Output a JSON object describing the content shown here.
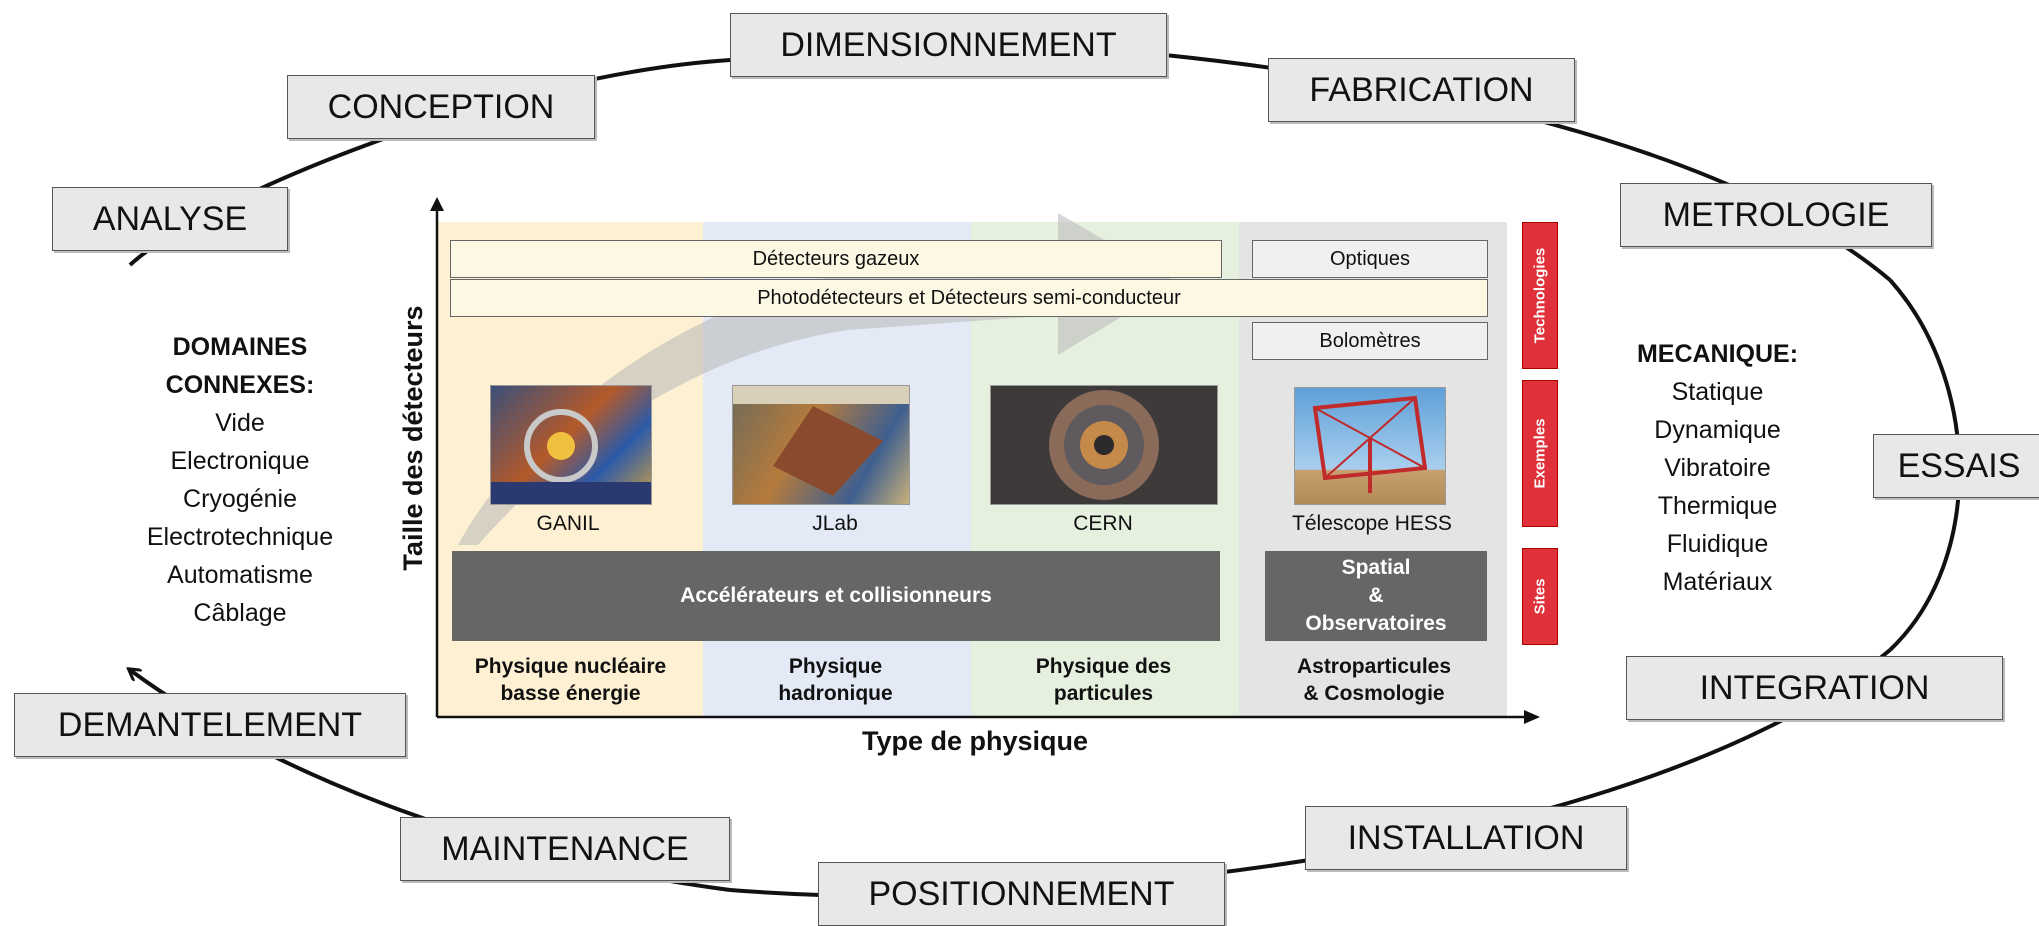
{
  "stages": {
    "dimensionnement": "DIMENSIONNEMENT",
    "fabrication": "FABRICATION",
    "metrologie": "METROLOGIE",
    "essais": "ESSAIS",
    "integration": "INTEGRATION",
    "installation": "INSTALLATION",
    "positionnement": "POSITIONNEMENT",
    "maintenance": "MAINTENANCE",
    "demantelement": "DEMANTELEMENT",
    "analyse": "ANALYSE",
    "conception": "CONCEPTION"
  },
  "domaines": {
    "heading_1": "DOMAINES",
    "heading_2": "CONNEXES:",
    "items": [
      "Vide",
      "Electronique",
      "Cryogénie",
      "Electrotechnique",
      "Automatisme",
      "Câblage"
    ]
  },
  "mecanique": {
    "heading": "MECANIQUE:",
    "items": [
      "Statique",
      "Dynamique",
      "Vibratoire",
      "Thermique",
      "Fluidique",
      "Matériaux"
    ]
  },
  "chart": {
    "y_axis": "Taille des détecteurs",
    "x_axis": "Type de physique",
    "technologies": {
      "gazeux": "Détecteurs gazeux",
      "photo": "Photodétecteurs et Détecteurs semi-conducteur",
      "optiques": "Optiques",
      "bolometres": "Bolomètres"
    },
    "examples": [
      "GANIL",
      "JLab",
      "CERN",
      "Télescope HESS"
    ],
    "sites": {
      "accel": "Accélérateurs et collisionneurs",
      "spatial_1": "Spatial",
      "spatial_2": "&",
      "spatial_3": "Observatoires"
    },
    "domains": [
      {
        "l1": "Physique nucléaire",
        "l2": "basse énergie"
      },
      {
        "l1": "Physique",
        "l2": "hadronique"
      },
      {
        "l1": "Physique des",
        "l2": "particules"
      },
      {
        "l1": "Astroparticules",
        "l2": "& Cosmologie"
      }
    ],
    "tabs": {
      "technologies": "Technologies",
      "exemples": "Exemples",
      "sites": "Sites"
    },
    "band_colors": [
      "#fdf0d3",
      "#e3eaf6",
      "#e6f0df",
      "#e4e4e4"
    ],
    "tab_color": "#e0313b"
  }
}
